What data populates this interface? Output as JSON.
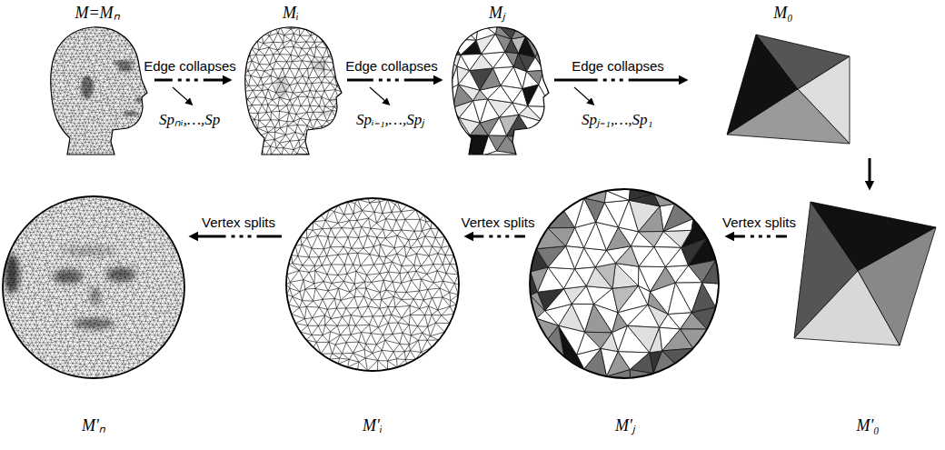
{
  "diagram": {
    "nodes": [
      {
        "text": [
          "M=Mₙ"
        ]
      },
      {
        "text": [
          "Mᵢ"
        ]
      },
      {
        "text": [
          "Mⱼ"
        ]
      },
      {
        "text": [
          "M₀"
        ]
      },
      {
        "text": [
          "M′ₙ"
        ]
      },
      {
        "text": [
          "M′ᵢ"
        ]
      },
      {
        "text": [
          "M′ⱼ"
        ]
      },
      {
        "text": [
          "M′₀"
        ]
      }
    ],
    "edges": [
      {
        "from": 0,
        "to": 1,
        "arrow": "to",
        "label": "Edge collapses"
      },
      {
        "from": 1,
        "to": 2,
        "arrow": "to",
        "label": "Edge collapses"
      },
      {
        "from": 2,
        "to": 3,
        "arrow": "to",
        "label": "Edge collapses"
      },
      {
        "from": 3,
        "to": 7,
        "arrow": "to"
      },
      {
        "from": 7,
        "to": 6,
        "arrow": "to",
        "label": "Vertex splits"
      },
      {
        "from": 6,
        "to": 5,
        "arrow": "to",
        "label": "Vertex splits"
      },
      {
        "from": 5,
        "to": 4,
        "arrow": "to",
        "label": "Vertex splits"
      }
    ],
    "labels": [
      "Spₙᵢ,…,Sp",
      "Spᵢ₋₁,…,Spⱼ",
      "Spⱼ₋₁,…,Sp₁"
    ]
  }
}
